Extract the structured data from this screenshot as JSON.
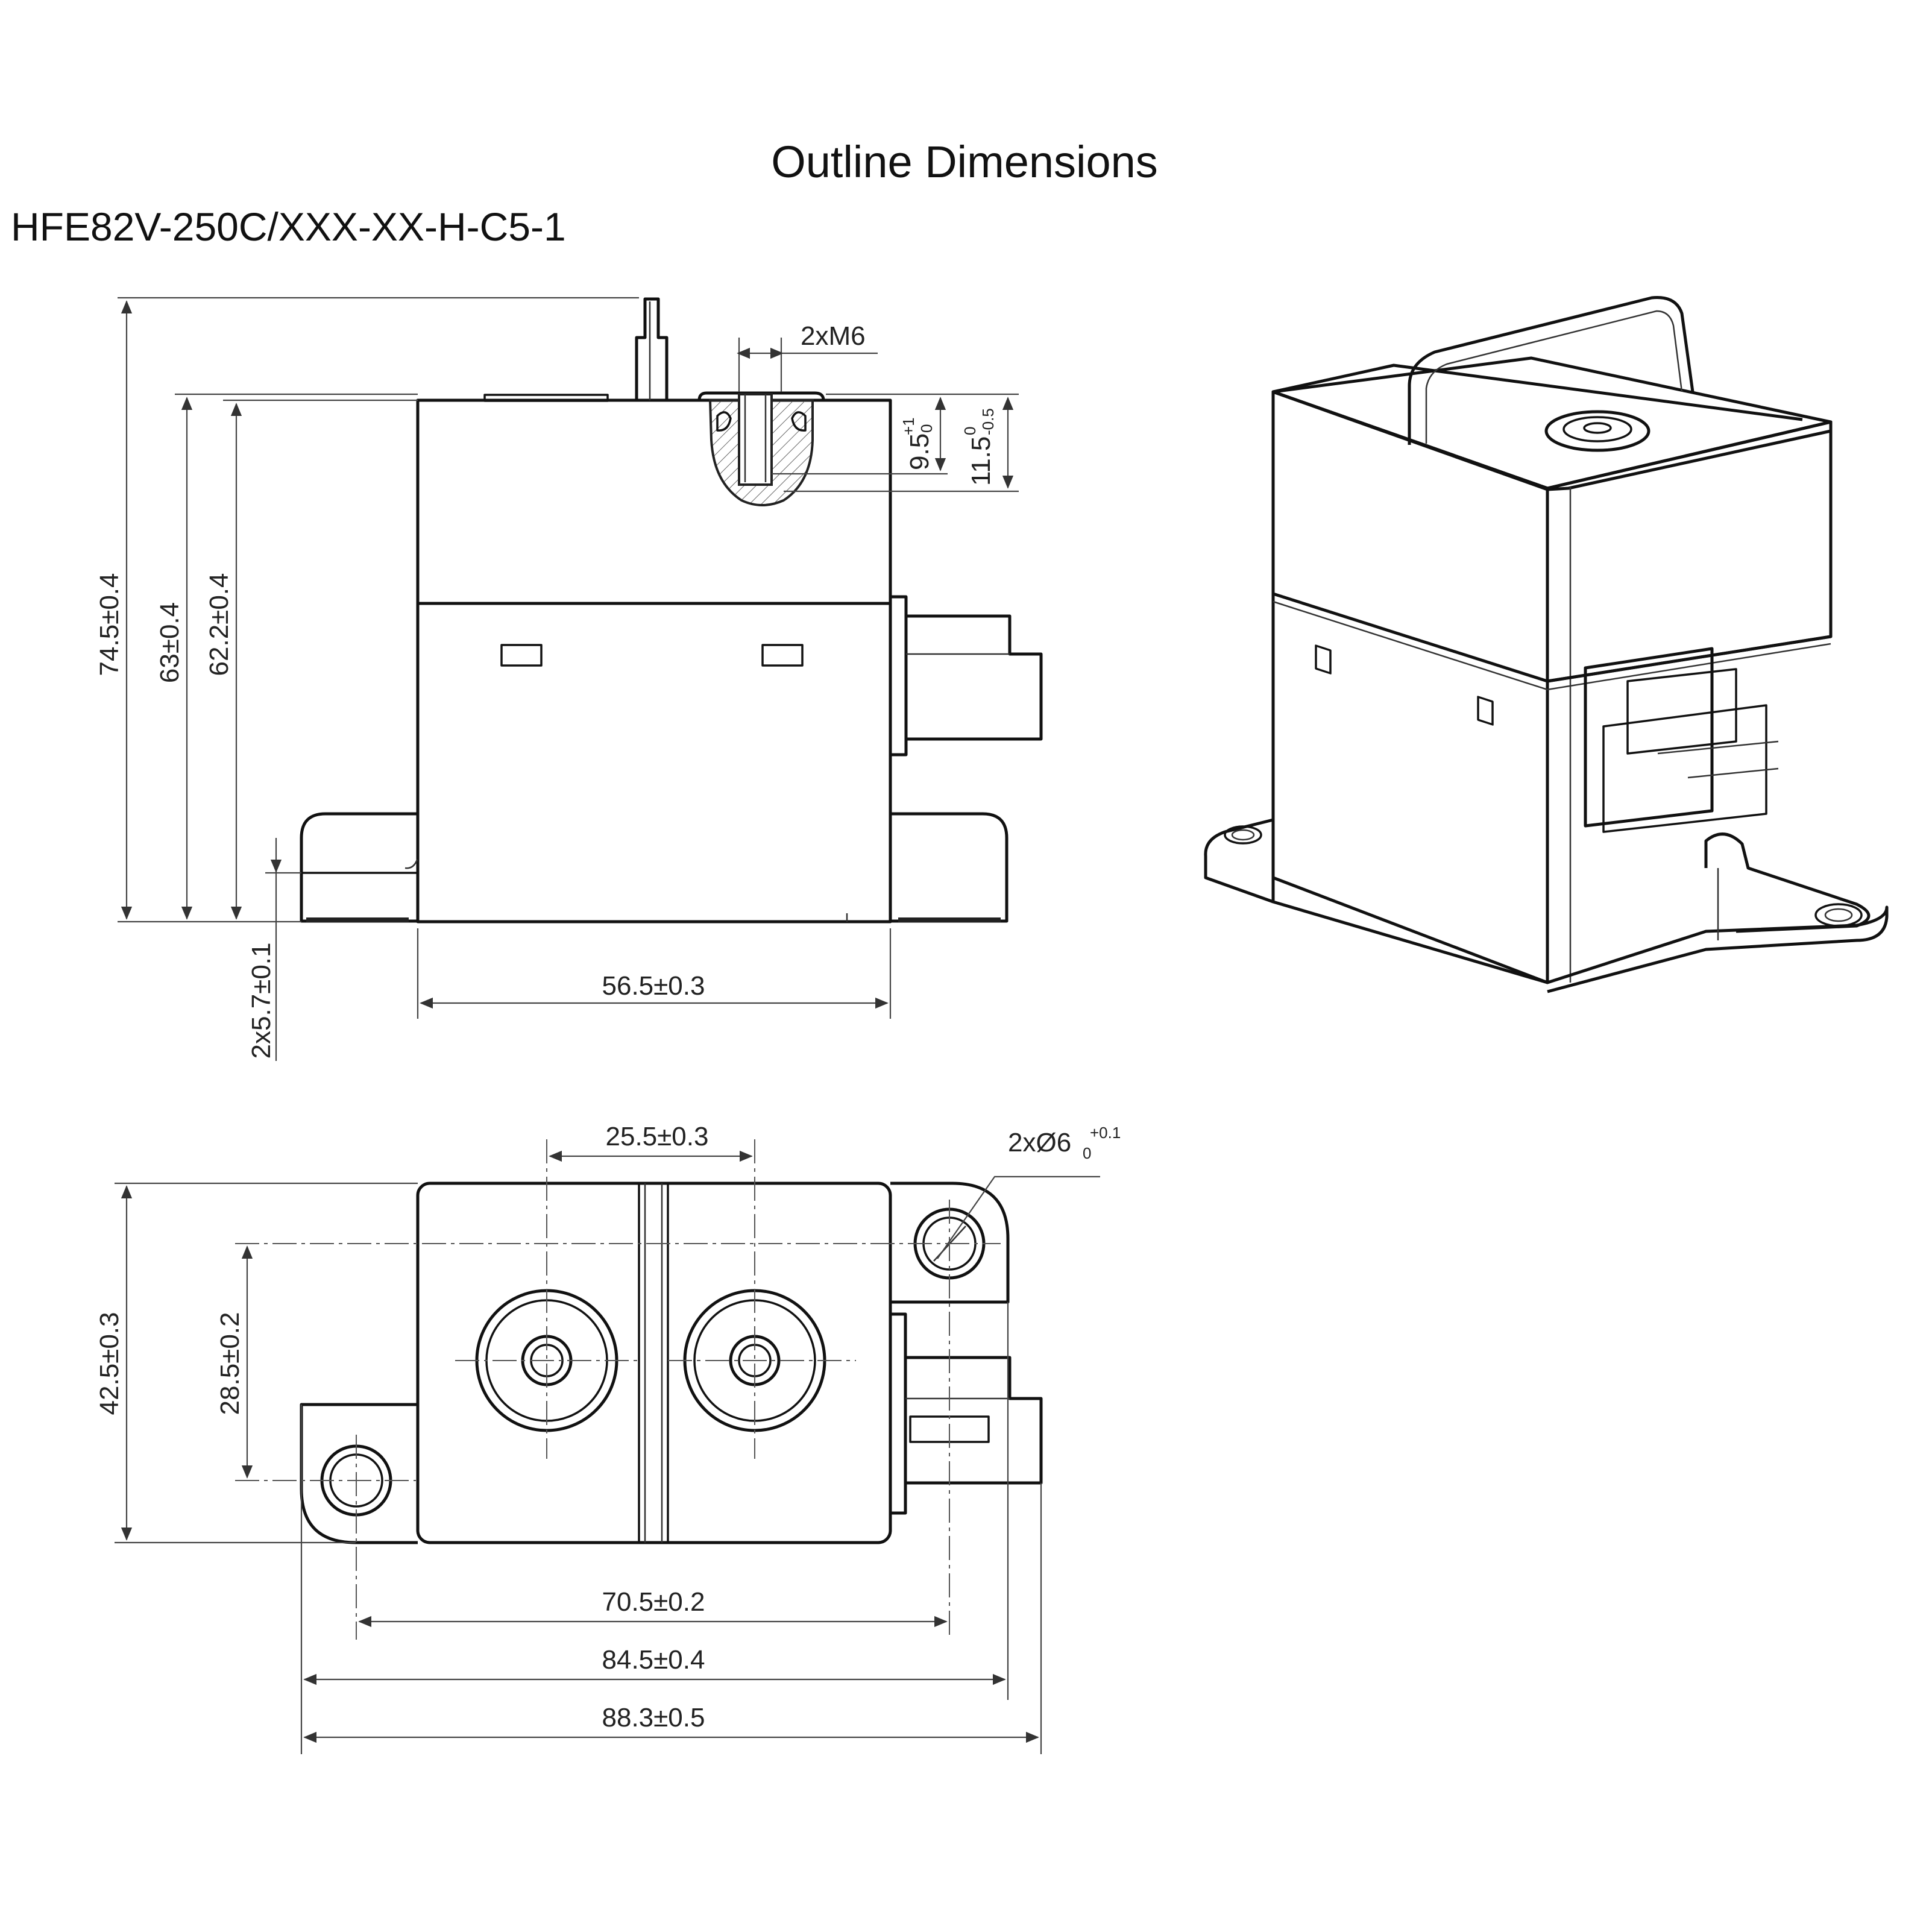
{
  "title": "Outline Dimensions",
  "model": "HFE82V-250C/XXX-XX-H-C5-1",
  "side_view": {
    "dims": {
      "height_total": "74.5±0.4",
      "height_body": "63±0.4",
      "height_inner": "62.2±0.4",
      "base_height": "2x5.7±0.1",
      "width": "56.5±0.3",
      "thread": "2xM6",
      "thread_depth": "9.5",
      "thread_depth_tol_up": "+1",
      "thread_depth_tol_low": "0",
      "hole_depth": "11.5",
      "hole_depth_tol_up": "0",
      "hole_depth_tol_low": "-0.5"
    }
  },
  "top_view": {
    "dims": {
      "terminal_spacing": "25.5±0.3",
      "mount_hole": "2xØ6",
      "mount_hole_tol_up": "+0.1",
      "mount_hole_tol_low": "0",
      "depth_total": "42.5±0.3",
      "hole_offset": "28.5±0.2",
      "hole_spacing": "70.5±0.2",
      "flange_width": "84.5±0.4",
      "overall_width": "88.3±0.5"
    }
  }
}
